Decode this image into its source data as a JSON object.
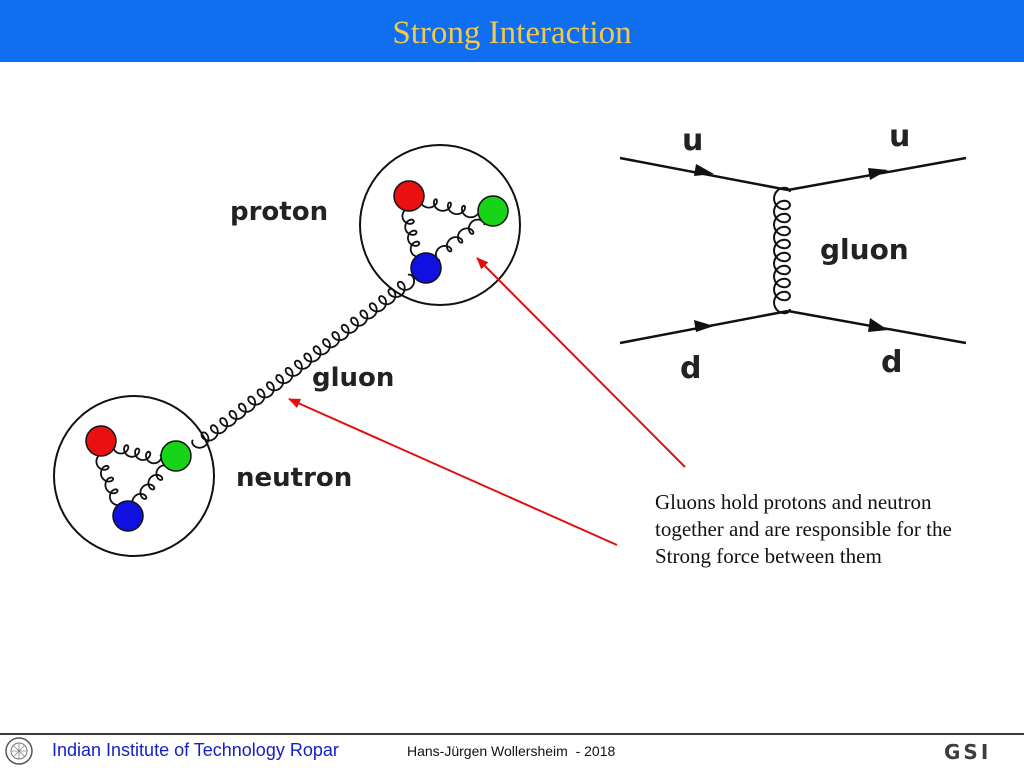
{
  "title": "Strong Interaction",
  "left_diagram": {
    "proton_label": "proton",
    "gluon_label": "gluon",
    "neutron_label": "neutron",
    "quark_colors": {
      "red": "#e81010",
      "green": "#18d418",
      "blue": "#1010e0"
    }
  },
  "right_diagram": {
    "top_left": "u",
    "top_right": "u",
    "bottom_left": "d",
    "bottom_right": "d",
    "gluon_label": "gluon"
  },
  "caption": {
    "line1": "Gluons hold protons and neutron",
    "line2": "together and are responsible for the",
    "line3": "Strong force between them"
  },
  "arrow_color": "#e01010",
  "footer": {
    "institute": "Indian Institute of Technology Ropar",
    "author": "Hans-Jürgen Wollersheim  - 2018",
    "logo_right": "GSI",
    "logo_left_icon": "iit-ropar-seal-icon"
  },
  "colors": {
    "title_bar": "#0f6ff0",
    "title_text": "#f2c94c",
    "institute_text": "#1520c8"
  }
}
